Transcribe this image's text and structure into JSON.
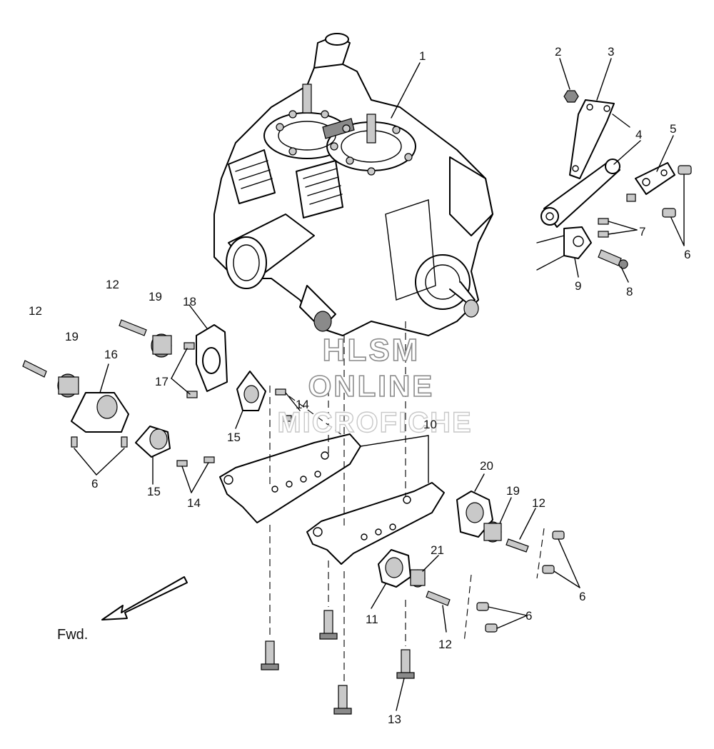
{
  "watermark": {
    "line1": "HLSM",
    "line2": "ONLINE",
    "line3": "MICROFICHE"
  },
  "direction_label": "Fwd.",
  "callouts": [
    {
      "id": "c1",
      "label": "1"
    },
    {
      "id": "c2",
      "label": "2"
    },
    {
      "id": "c3",
      "label": "3"
    },
    {
      "id": "c4",
      "label": "4"
    },
    {
      "id": "c5",
      "label": "5"
    },
    {
      "id": "c6a",
      "label": "6"
    },
    {
      "id": "c7",
      "label": "7"
    },
    {
      "id": "c8",
      "label": "8"
    },
    {
      "id": "c9",
      "label": "9"
    },
    {
      "id": "c10",
      "label": "10"
    },
    {
      "id": "c11",
      "label": "11"
    },
    {
      "id": "c12a",
      "label": "12"
    },
    {
      "id": "c12b",
      "label": "12"
    },
    {
      "id": "c12c",
      "label": "12"
    },
    {
      "id": "c12d",
      "label": "12"
    },
    {
      "id": "c13",
      "label": "13"
    },
    {
      "id": "c14a",
      "label": "14"
    },
    {
      "id": "c14b",
      "label": "14"
    },
    {
      "id": "c15a",
      "label": "15"
    },
    {
      "id": "c15b",
      "label": "15"
    },
    {
      "id": "c16",
      "label": "16"
    },
    {
      "id": "c17",
      "label": "17"
    },
    {
      "id": "c18",
      "label": "18"
    },
    {
      "id": "c19a",
      "label": "19"
    },
    {
      "id": "c19b",
      "label": "19"
    },
    {
      "id": "c19c",
      "label": "19"
    },
    {
      "id": "c20",
      "label": "20"
    },
    {
      "id": "c21",
      "label": "21"
    },
    {
      "id": "c6b",
      "label": "6"
    },
    {
      "id": "c6c",
      "label": "6"
    },
    {
      "id": "c6d",
      "label": "6"
    }
  ],
  "colors": {
    "line": "#000000",
    "background": "#ffffff",
    "watermark_outline": "#8c8c8c"
  }
}
